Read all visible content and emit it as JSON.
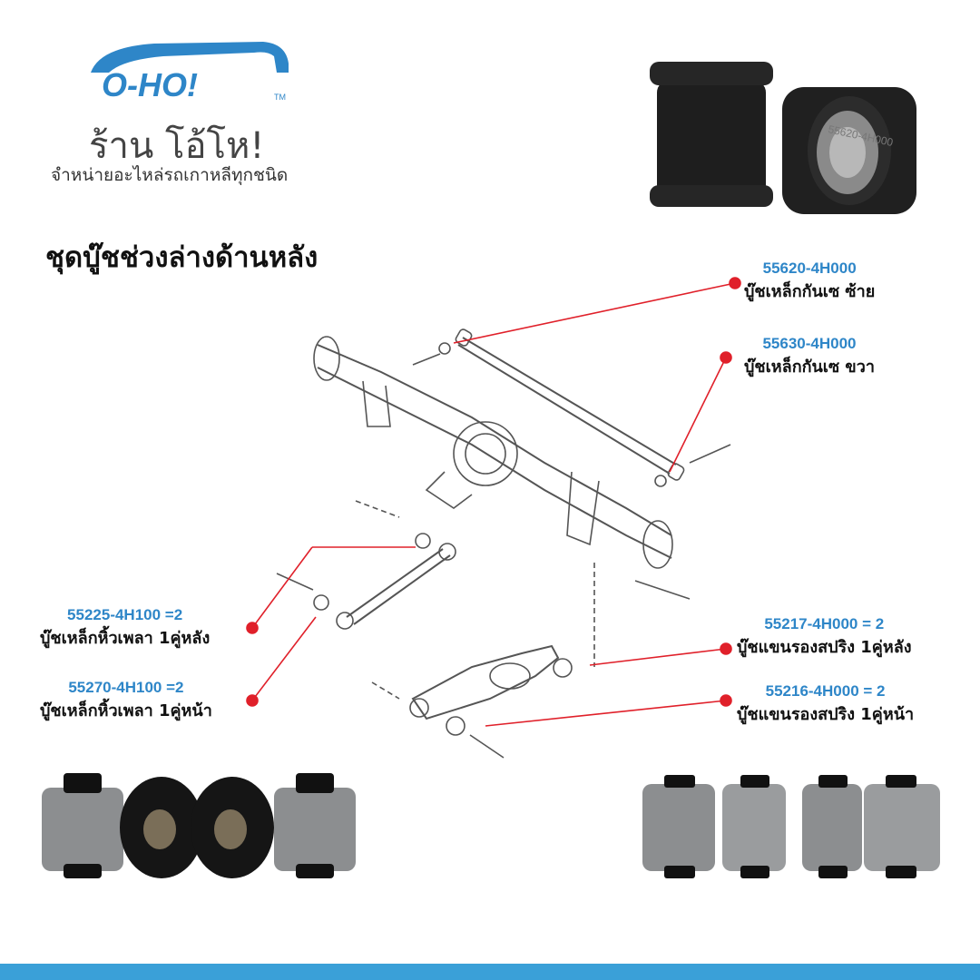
{
  "brand": {
    "logo_text": "O-HO!",
    "trademark": "TM",
    "shop_name": "ร้าน โอ้โห!",
    "tagline": "จำหน่ายอะไหล่รถเกาหลีทุกชนิด"
  },
  "title": "ชุดบู๊ชช่วงล่างด้านหลัง",
  "photo_top_marking": "55620-4H000",
  "parts": [
    {
      "code": "55620-4H000",
      "desc": "บู๊ชเหล็กกันเซ ซ้าย"
    },
    {
      "code": "55630-4H000",
      "desc": "บู๊ชเหล็กกันเซ ขวา"
    },
    {
      "code": "55225-4H100 =2",
      "desc": "บู๊ชเหล็กหิ้วเพลา 1คู่หลัง"
    },
    {
      "code": "55270-4H100 =2",
      "desc": "บู๊ชเหล็กหิ้วเพลา 1คู่หน้า"
    },
    {
      "code": "55217-4H000 = 2",
      "desc": "บู๊ชแขนรองสปริง 1คู่หลัง"
    },
    {
      "code": "55216-4H000 = 2",
      "desc": "บู๊ชแขนรองสปริง 1คู่หน้า"
    }
  ],
  "colors": {
    "brand_blue": "#2e86c8",
    "leader_red": "#e0202a",
    "bar_blue": "#3aa0d8"
  }
}
